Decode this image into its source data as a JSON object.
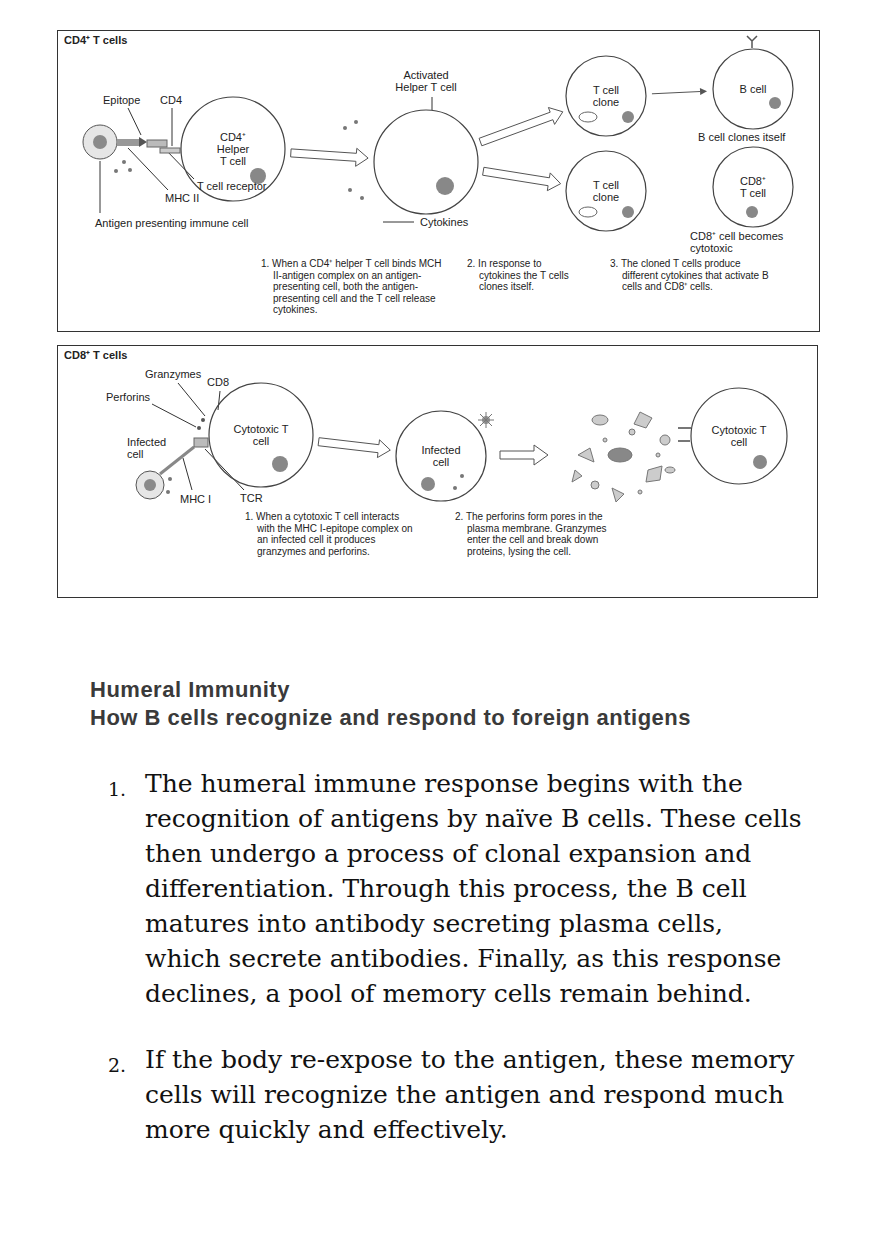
{
  "diagram": {
    "title": "Humeral Immunity",
    "nodes": [
      {
        "text": [
          "CD4⁺ T cells"
        ]
      },
      {
        "text": [
          "CD4⁺ Helper T cell"
        ],
        "in": 0
      },
      {
        "text": [
          "Activated Helper T cell"
        ],
        "in": 0
      },
      {
        "text": [
          "T cell clone"
        ],
        "in": 0
      },
      {
        "text": [
          "T cell clone"
        ],
        "in": 0
      },
      {
        "text": [
          "B cell"
        ],
        "in": 0
      },
      {
        "text": [
          "CD8⁺ T cell"
        ],
        "in": 0
      },
      {
        "text": [
          "CD8⁺ T cells"
        ]
      },
      {
        "text": [
          "Cytotoxic T cell"
        ],
        "in": 7
      },
      {
        "text": [
          "Infected cell"
        ],
        "in": 7
      },
      {
        "text": [
          "Cytotoxic T cell"
        ],
        "in": 7
      }
    ],
    "edges": [
      {
        "from": 1,
        "to": 2,
        "arrow": "to"
      },
      {
        "from": 2,
        "to": 3,
        "arrow": "to"
      },
      {
        "from": 2,
        "to": 4,
        "arrow": "to"
      },
      {
        "from": 3,
        "to": 5,
        "arrow": "to"
      },
      {
        "from": 8,
        "to": 9,
        "arrow": "to"
      }
    ],
    "labels": [
      "Epitope",
      "CD4",
      "T cell receptor",
      "MHC II",
      "Antigen presenting immune cell",
      "Cytokines",
      "B cell clones itself",
      "CD8⁺ cell becomes cytotoxic",
      "1. When a CD4⁺ helper T cell binds MCH II-antigen complex on an antigen-presenting cell, both the antigen-presenting cell and the T cell release cytokines.",
      "2. In response to cytokines the T cells clones itself.",
      "3. The cloned T cells produce different cytokines that activate B cells and CD8⁺ cells.",
      "Granzymes",
      "Perforins",
      "CD8",
      "Infected cell",
      "MHC I",
      "TCR",
      "1. When a cytotoxic T cell interacts with the MHC I-epitope complex on an infected cell it produces granzymes and perforins.",
      "2. The perforins form pores in the plasma membrane. Granzymes enter the cell and break down proteins, lysing the cell.",
      "How B cells recognize and respond to foreign antigens",
      "1.",
      "The humeral immune response begins with the recognition of antigens by naïve B cells. These cells then undergo a process of clonal expansion and differentiation. Through this process, the B cell matures into antibody secreting plasma cells, which secrete antibodies. Finally, as this response declines, a pool of memory cells remain behind.",
      "2.",
      "If the body re-expose to the antigen, these memory cells will recognize the antigen and respond much more quickly and effectively."
    ]
  }
}
